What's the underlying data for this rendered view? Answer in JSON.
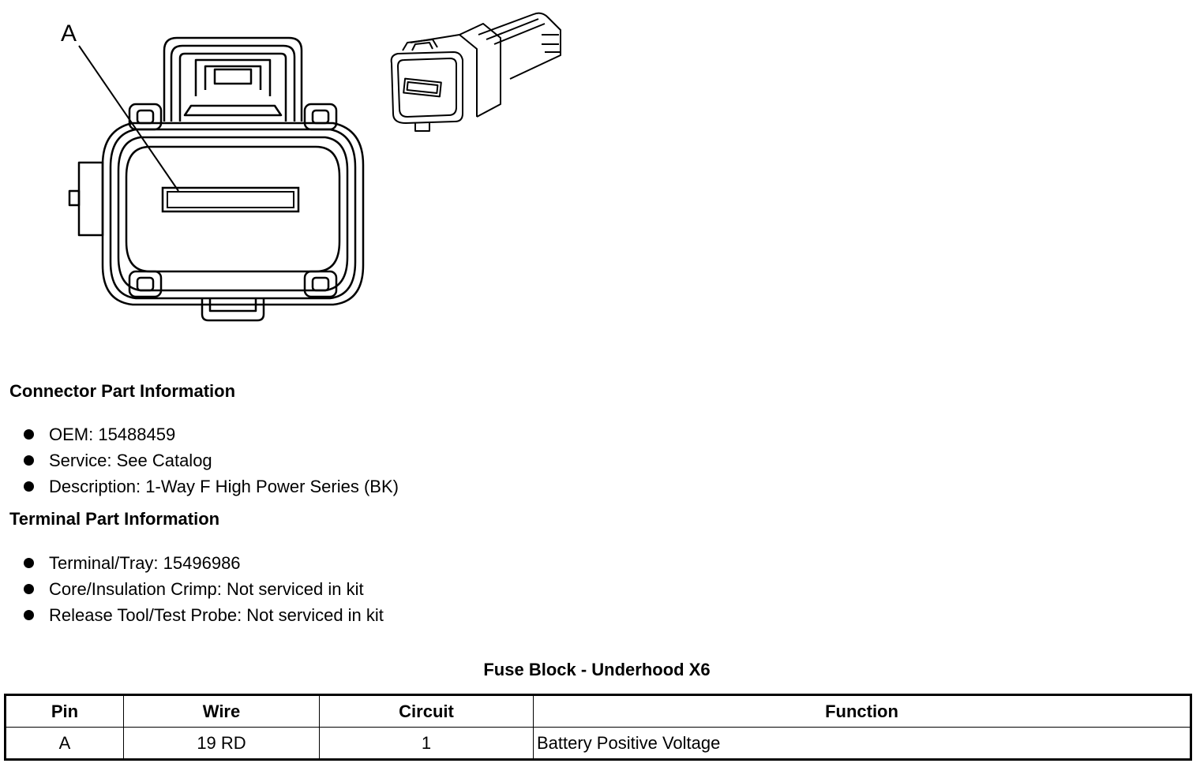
{
  "diagram": {
    "callout_label": "A"
  },
  "connector_info": {
    "heading": "Connector Part Information",
    "items": [
      "OEM: 15488459",
      "Service: See Catalog",
      "Description: 1-Way F High Power Series (BK)"
    ]
  },
  "terminal_info": {
    "heading": "Terminal Part Information",
    "items": [
      "Terminal/Tray: 15496986",
      "Core/Insulation Crimp: Not serviced in kit",
      "Release Tool/Test Probe: Not serviced in kit"
    ]
  },
  "pin_table": {
    "title": "Fuse Block - Underhood X6",
    "headers": {
      "pin": "Pin",
      "wire": "Wire",
      "circuit": "Circuit",
      "function": "Function"
    },
    "rows": [
      {
        "pin": "A",
        "wire": "19 RD",
        "circuit": "1",
        "function": "Battery Positive Voltage"
      }
    ]
  }
}
